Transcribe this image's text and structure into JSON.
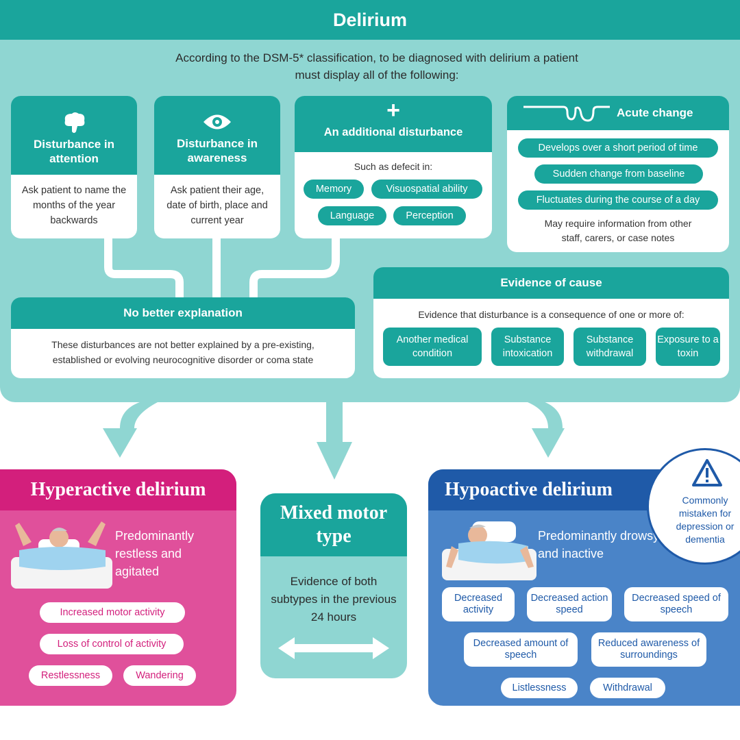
{
  "title": "Delirium",
  "intro": "According to the DSM-5* classification, to be diagnosed with delirium a patient must display all of the following:",
  "attention": {
    "title": "Disturbance in attention",
    "body": "Ask patient to name the months of the year backwards"
  },
  "awareness": {
    "title": "Disturbance in awareness",
    "body": "Ask patient their age, date of birth, place and current year"
  },
  "additional": {
    "title": "An additional disturbance",
    "subtitle": "Such as defecit in:",
    "items": [
      "Memory",
      "Visuospatial ability",
      "Language",
      "Perception"
    ]
  },
  "acute": {
    "title": "Acute change",
    "items": [
      "Develops over a short period of time",
      "Sudden change from baseline",
      "Fluctuates during the course of a day"
    ],
    "note": "May require information from other staff, carers, or case notes"
  },
  "no_better": {
    "title": "No better explanation",
    "body": "These disturbances are not better explained by a pre-existing, established or evolving neurocognitive disorder or coma state"
  },
  "cause": {
    "title": "Evidence of cause",
    "subtitle": "Evidence that disturbance is a consequence of one or more of:",
    "items": [
      "Another medical condition",
      "Substance intoxication",
      "Substance withdrawal",
      "Exposure to a toxin"
    ]
  },
  "hyperactive": {
    "title": "Hyperactive delirium",
    "desc": "Predominantly restless and agitated",
    "items": [
      "Increased motor activity",
      "Loss of control of activity",
      "Restlessness",
      "Wandering"
    ]
  },
  "mixed": {
    "title": "Mixed motor type",
    "desc": "Evidence of both subtypes in the previous 24 hours"
  },
  "hypoactive": {
    "title": "Hypoactive delirium",
    "desc": "Predominantly drowsy and inactive",
    "items": [
      "Decreased activity",
      "Decreased action speed",
      "Decreased speed of speech",
      "Decreased amount of speech",
      "Reduced awareness of surroundings",
      "Listlessness",
      "Withdrawal"
    ],
    "badge": "Commonly mistaken for depression or dementia"
  },
  "colors": {
    "teal": "#1aa59c",
    "mint": "#8fd6d2",
    "pink": "#d31f7c",
    "blue": "#1f5aa8"
  }
}
